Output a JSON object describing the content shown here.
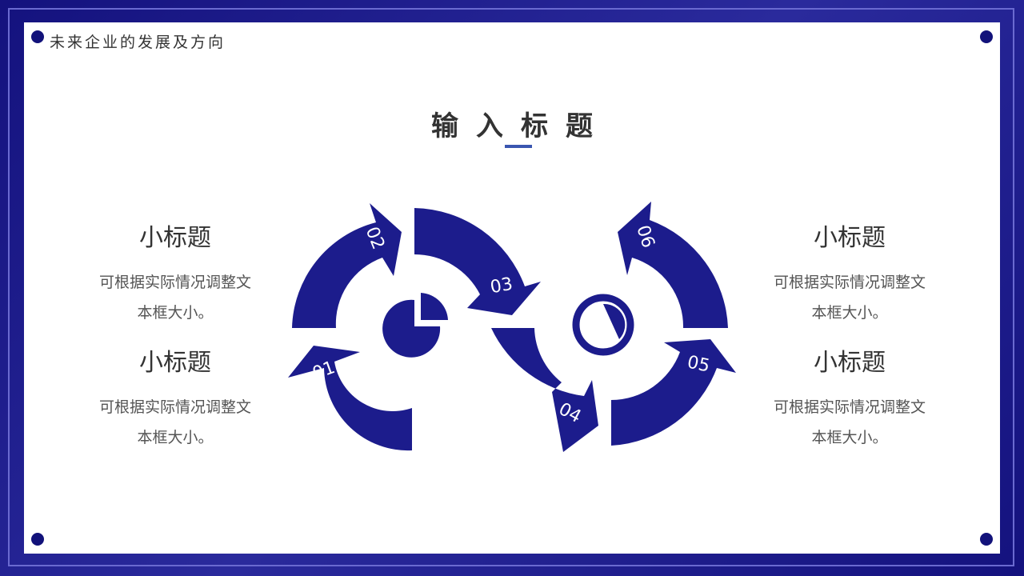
{
  "header": {
    "title": "未来企业的发展及方向"
  },
  "main": {
    "title": "输入标题"
  },
  "blocks": [
    {
      "title": "小标题",
      "desc_line1": "可根据实际情况调整文",
      "desc_line2": "本框大小。"
    },
    {
      "title": "小标题",
      "desc_line1": "可根据实际情况调整文",
      "desc_line2": "本框大小。"
    },
    {
      "title": "小标题",
      "desc_line1": "可根据实际情况调整文",
      "desc_line2": "本框大小。"
    },
    {
      "title": "小标题",
      "desc_line1": "可根据实际情况调整文",
      "desc_line2": "本框大小。"
    }
  ],
  "diagram": {
    "steps": [
      "01",
      "02",
      "03",
      "04",
      "05",
      "06"
    ],
    "left_icon": "pie-chart-icon",
    "right_icon": "clock-icon"
  },
  "colors": {
    "primary": "#1c1c8c",
    "frame": "#14127e",
    "accent_line": "#3a56b0",
    "text_dark": "#333333",
    "text_body": "#555555"
  }
}
